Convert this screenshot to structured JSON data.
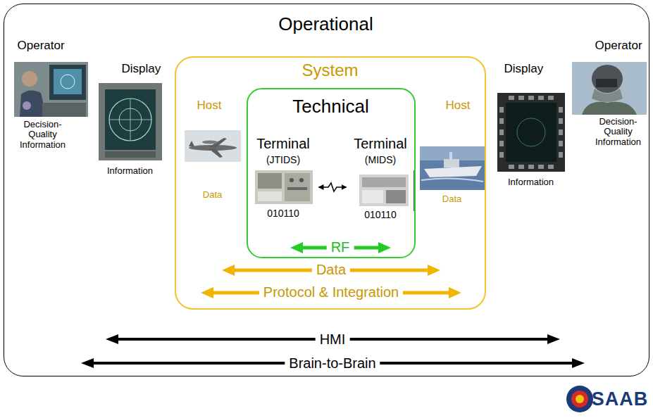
{
  "diagram": {
    "nodes": [
      {
        "text": [
          "Operational"
        ]
      },
      {
        "text": [
          "Operator",
          "Decision-Quality Information"
        ],
        "in": 0
      },
      {
        "text": [
          "Display",
          "Information"
        ],
        "in": 0
      },
      {
        "text": [
          "System"
        ],
        "in": 0
      },
      {
        "text": [
          "Host",
          "Data"
        ],
        "in": 3
      },
      {
        "text": [
          "Technical"
        ],
        "in": 3
      },
      {
        "text": [
          "Terminal",
          "(JTIDS)",
          "010110"
        ],
        "in": 5
      },
      {
        "text": [
          "Terminal",
          "(MIDS)",
          "010110"
        ],
        "in": 5
      },
      {
        "text": [
          "Host",
          "Data"
        ],
        "in": 3
      },
      {
        "text": [
          "Display",
          "Information"
        ],
        "in": 0
      },
      {
        "text": [
          "Operator",
          "Decision-Quality Information"
        ],
        "in": 0
      }
    ],
    "edges": [
      {
        "from": 6,
        "to": 7,
        "arrow": "both"
      }
    ],
    "labels": [
      "RF",
      "Data",
      "Protocol & Integration",
      "HMI",
      "Brain-to-Brain",
      "SAAB"
    ]
  }
}
